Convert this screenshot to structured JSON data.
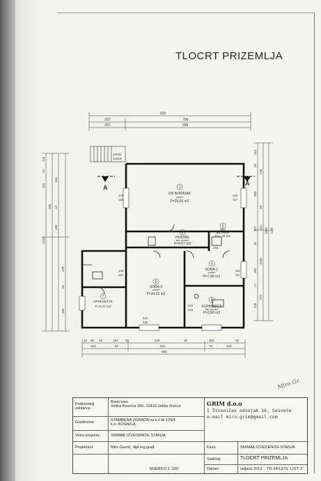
{
  "sheet": {
    "title": "TLOCRT PRIZEMLJA"
  },
  "section_marks": [
    "A",
    "A"
  ],
  "rooms": [
    {
      "num": "1",
      "name": "DN BORAVAK",
      "sub": "parket",
      "area": "P=25,00 m2"
    },
    {
      "num": "2",
      "name": "HODNIK",
      "sub": "lam. pločice",
      "area": "P=4,67 m2"
    },
    {
      "num": "3",
      "name": "WC",
      "sub": "lam. pločice",
      "area": "P=1,49 m2"
    },
    {
      "num": "4",
      "name": "SOBA-1",
      "sub": "parket",
      "area": "P=7,86 m2"
    },
    {
      "num": "5",
      "name": "SOBA-2",
      "sub": "parket",
      "area": "P=14,03 m2"
    },
    {
      "num": "6",
      "name": "KUPAONICA",
      "sub": "lam. pločice",
      "area": "P=3,99 m2"
    },
    {
      "num": "7",
      "name": "SPREMIŠTE",
      "sub": "",
      "area": "P=3,21 m2"
    }
  ],
  "dimensions": {
    "top": [
      "915",
      "207",
      "708",
      "207",
      "658"
    ],
    "bottom": [
      "25",
      "86",
      "25",
      "154",
      "25",
      "338",
      "25",
      "300",
      "25",
      "153",
      "97",
      "531",
      "79",
      "133",
      "993"
    ],
    "right": [
      "112",
      "25",
      "380",
      "117",
      "25",
      "262",
      "17",
      "249",
      "1133",
      "1007",
      "136",
      "50",
      "151",
      "1126",
      "219"
    ],
    "left": [
      "115",
      "12",
      "116",
      "495",
      "154",
      "12",
      "108",
      "1133",
      "178",
      "25",
      "209"
    ],
    "inner": [
      "135",
      "115",
      "135",
      "117",
      "139",
      "110",
      "225",
      "210",
      "223",
      "225",
      "115",
      "117",
      "233",
      "13X19",
      "12X32"
    ]
  },
  "title_block": {
    "investor_label": "Podnositelj zahtjeva:",
    "investor_value": "Bonti Ivan\nVelika Kosnica 25h, 10410 Velika Gorica",
    "building_label": "Građevina:",
    "building_value": "STAMBENA ZGRADA na k.č.br.129/4\nk.o. KOSNICA",
    "project_type_label": "Vrsta projekta:",
    "project_type_value": "SNIMAK IZVEDENOG STANJA",
    "designer_label": "Projektant:",
    "designer_value": "Miro Gavrić, dipl.ing.građ.",
    "scale": "MJERILO 1 :100",
    "company_name": "GRIM d.o.o",
    "company_address": "I Štvoničev odvojak 16, Sesvete",
    "company_email": "e-mail miro.grim@gmail.com",
    "phase_label": "Faza:",
    "phase_value": "SNIMAK IZVEDENOG STANJA",
    "content_label": "Sadržaj:",
    "content_value": "TLOCRT PRIZEMLJA",
    "date_label": "Datum:",
    "date_value": "veljača 2013",
    "doc_number": "TD-24/13-IS",
    "sheet_label": "LIST: 2"
  },
  "signature": "Miro Gr."
}
